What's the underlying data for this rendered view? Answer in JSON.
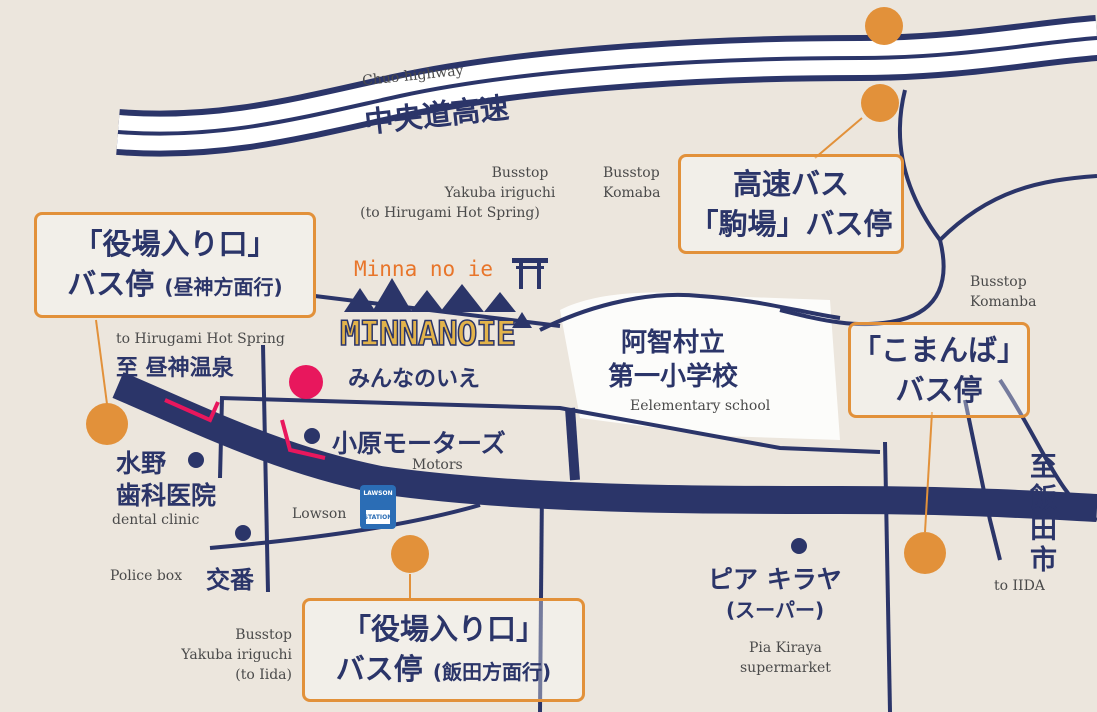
{
  "highway": {
    "en": "Chuo-highway",
    "jp": "中央道高速"
  },
  "busstops": {
    "yakuba_north_en": [
      "Busstop",
      "Yakuba iriguchi",
      "(to Hirugami Hot Spring)"
    ],
    "komaba_en": [
      "Busstop",
      "Komaba"
    ],
    "komanba_en": [
      "Busstop",
      "Komanba"
    ],
    "yakuba_south_en": [
      "Busstop",
      "Yakuba iriguchi",
      "(to Iida)"
    ]
  },
  "boxes": {
    "yakuba_north": {
      "line1": "「役場入り口」",
      "line2": "バス停",
      "line2_sub": "(昼神方面行)"
    },
    "komaba": {
      "line1": "高速バス",
      "line2": "「駒場」バス停"
    },
    "komanba": {
      "line1": "「こまんば」",
      "line2": "バス停"
    },
    "yakuba_south": {
      "line1": "「役場入り口」",
      "line2": "バス停",
      "line2_sub": "(飯田方面行)"
    }
  },
  "minna": {
    "en": "Minna no ie",
    "logo": "MINNANOIE",
    "kana": "みんなのいえ"
  },
  "school": {
    "line1": "阿智村立",
    "line2": "第一小学校",
    "en": "Eelementary school"
  },
  "hirugami": {
    "en": "to Hirugami Hot Spring",
    "jp": "至 昼神温泉"
  },
  "motors": {
    "jp": "小原モーターズ",
    "en": "Motors"
  },
  "dental": {
    "jp1": "水野",
    "jp2": "歯科医院",
    "en": "dental clinic"
  },
  "lowson": {
    "label": "Lowson",
    "sign_top": "LAWSON",
    "sign_bottom": "STATION"
  },
  "police": {
    "en": "Police box",
    "jp": "交番"
  },
  "pia": {
    "jp": "ピア キラヤ",
    "jp_sub": "(スーパー)",
    "en1": "Pia Kiraya",
    "en2": "supermarket"
  },
  "iida": {
    "chars": [
      "至",
      "飯",
      "田",
      "市"
    ],
    "en": "to IIDA"
  },
  "colors": {
    "road": "#2b3569",
    "accent": "#e2913a",
    "pin": "#e8175d",
    "orange_text": "#e8752a"
  }
}
